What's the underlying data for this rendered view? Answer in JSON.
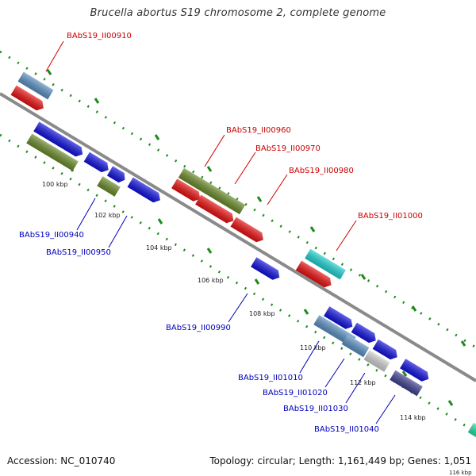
{
  "title": "Brucella abortus S19 chromosome 2, complete genome",
  "footer": {
    "accession": "Accession: NC_010740",
    "summary": "Topology: circular; Length: 1,161,449 bp; Genes: 1,051"
  },
  "scale_labels": [
    "100 kbp",
    "102 kbp",
    "104 kbp",
    "106 kbp",
    "108 kbp",
    "110 kbp",
    "112 kbp",
    "114 kbp",
    "116 kbp"
  ],
  "gene_labels": {
    "top_strand": [
      "BAbS19_II00910",
      "BAbS19_II00960",
      "BAbS19_II00970",
      "BAbS19_II00980",
      "BAbS19_II01000"
    ],
    "bottom_strand": [
      "BAbS19_II00940",
      "BAbS19_II00950",
      "BAbS19_II00990",
      "BAbS19_II01010",
      "BAbS19_II01020",
      "BAbS19_II01030",
      "BAbS19_II01040"
    ]
  },
  "colors": {
    "backbone": "#8a8a8a",
    "dots": "#1e8a1e",
    "red_label": "#cc0000",
    "blue_label": "#0000bb",
    "blue_gene": "#1010dd",
    "red_gene": "#e81010",
    "steel_gene": "#5a8fc0",
    "olive_gene": "#6a8a2a",
    "cyan_gene": "#20d0d0",
    "grey_gene": "#cfcfcf",
    "navy_gene": "#404090",
    "teal_gene": "#20e0a0"
  }
}
